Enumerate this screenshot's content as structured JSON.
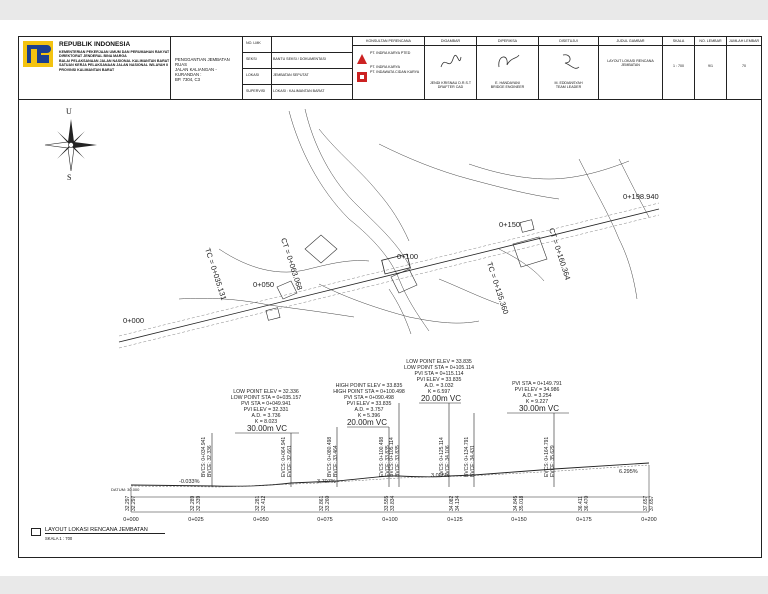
{
  "header": {
    "country": "REPUBLIK INDONESIA",
    "ministry_lines": [
      "KEMENTERIAN PEKERJAAN UMUM DAN PERUMAHAN RAKYAT",
      "DIREKTORAT JENDERAL BINA MARGA",
      "BALAI PELAKSANAAN JALAN NASIONAL KALIMANTAN BARAT",
      "SATUAN KERJA PELAKSANAAN JALAN NASIONAL WILAYAH II",
      "PROVINSI KALIMANTAN BARAT"
    ],
    "info_rows": [
      {
        "label": "NO. LMK",
        "value": ""
      },
      {
        "label": "SEKSI",
        "value": "BANTU SEKSI / DOKUMENTASI"
      },
      {
        "label": "LOKASI",
        "value": "JEMBATAN SEPUTAT"
      },
      {
        "label": "SUPERVISI",
        "value": "LOKASI : KALIMANTAN BARAT"
      }
    ],
    "project_lines": [
      "PENGGANTIAN JEMBATAN RUAS",
      "JALAN KALIANGAN - KURANDAN :",
      "BP. 7304, C3"
    ],
    "consultant_title": "KONSULTAN PERENCANA",
    "consultant_lines": [
      "PT. INDRA KARYA PTED",
      "PT. INDRA KARYA",
      "PT. INDAWATA CIDAN KARYA"
    ],
    "drawn_title": "DIGAMBAR",
    "drawn_names": [
      "JENDI KRISNAU D.R.S.T",
      "DRAFTER CAD"
    ],
    "checked_title": "DIPERIKSA",
    "checked_names": [
      "E. HANDAYANI",
      "BRIDGE ENGINEER"
    ],
    "approved_title": "DISETUJUI",
    "approved_names": [
      "M. EDDIANSYAH",
      "TEAM LEADER"
    ],
    "drawing_title_label": "JUDUL GAMBAR",
    "drawing_title": [
      "LAYOUT LOKASI RENCANA",
      "JEMBATAN"
    ],
    "scale_label": "SKALA",
    "scale_value": "1 : 700",
    "sheet_no_label": "NO. LEMBAR",
    "sheet_no_value": "9/1",
    "sheet_total_label": "JUMLAH LEMBAR",
    "sheet_total_value": "70"
  },
  "compass": {
    "north": "U",
    "south": "S"
  },
  "plan": {
    "stations": [
      "0+000",
      "0+050",
      "0+100",
      "0+150",
      "0+198.940"
    ],
    "curves": [
      "TC = 0+035.131",
      "CT = 0+063.068",
      "TC = 0+135.360",
      "CT = 0+160.364"
    ]
  },
  "profile": {
    "curve_blocks": [
      {
        "lines": [
          "LOW POINT ELEV = 32.336",
          "LOW POINT STA = 0+035.157",
          "PVI STA = 0+049.941",
          "PVI ELEV = 32.331",
          "A.D. = 3.736",
          "K = 8.023"
        ],
        "vc": "30.00m VC"
      },
      {
        "lines": [
          "HIGH POINT ELEV = 33.835",
          "HIGH POINT STA = 0+100.498",
          "PVI STA = 0+090.498",
          "PVI ELEV = 33.835",
          "A.D. = 3.757",
          "K = 5.396"
        ],
        "vc": "20.00m VC"
      },
      {
        "lines": [
          "LOW POINT ELEV = 33.835",
          "LOW POINT STA = 0+105.114",
          "PVI STA = 0+115.114",
          "PVI ELEV = 33.835",
          "A.D. = 3.032",
          "K = 6.597"
        ],
        "vc": "20.00m VC"
      },
      {
        "lines": [
          "PVI STA = 0+149.791",
          "PVI ELEV = 34.986",
          "A.D. = 3.254",
          "K = 9.227"
        ],
        "vc": "30.00m VC"
      }
    ],
    "vertical_labels": [
      "BVCS: 0+034.941",
      "BVCE: 32.336",
      "EVCS: 0+064.941",
      "EVCE: 32.661",
      "BVCS: 0+080.498",
      "BVCE: 33.464",
      "EVCS: 0+100.498",
      "EVCE: 33.835",
      "BVCS: 0+105.114",
      "BVCE: 33.835",
      "EVCS: 0+125.114",
      "EVCE: 34.106",
      "BVCS: 0+134.791",
      "BVCE: 34.431",
      "EVCS: 0+164.791",
      "EVCE: 35.629"
    ],
    "grades": [
      "-0.033%",
      "3.707%",
      "3.025%",
      "6.295%"
    ],
    "datum_label": "DATUM: 30.000",
    "elev_pairs": [
      [
        "32.297",
        "32.297"
      ],
      [
        "32.289",
        "32.339"
      ],
      [
        "32.281",
        "32.412"
      ],
      [
        "32.861",
        "33.260"
      ],
      [
        "33.555",
        "33.834"
      ],
      [
        "34.082",
        "34.134"
      ],
      [
        "34.845",
        "35.018"
      ],
      [
        "36.411",
        "36.470"
      ],
      [
        "37.657",
        "37.657"
      ]
    ],
    "chainages": [
      "0+000",
      "0+025",
      "0+050",
      "0+075",
      "0+100",
      "0+125",
      "0+150",
      "0+175",
      "0+200"
    ]
  },
  "caption": {
    "title": "LAYOUT LOKASI RENCANA JEMBATAN",
    "scale": "SKALA 1 : 700"
  }
}
